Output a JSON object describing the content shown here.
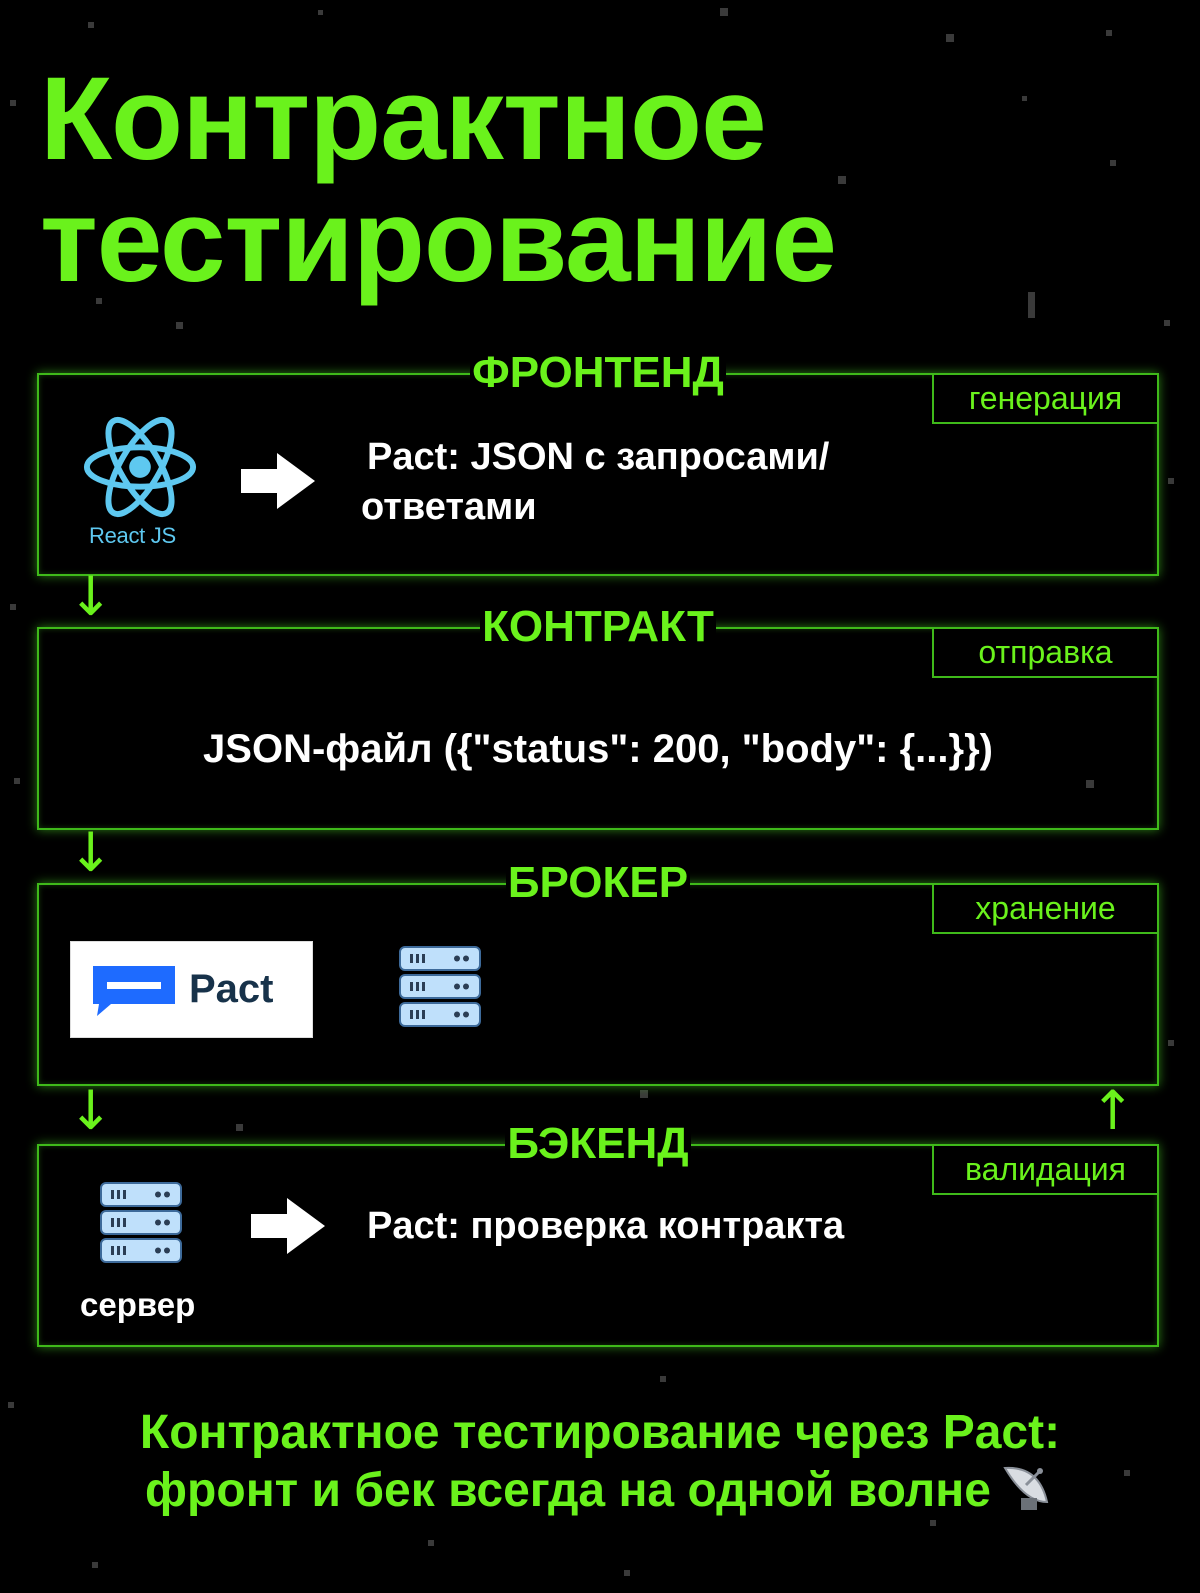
{
  "title": {
    "line1": "Контрактное",
    "line2": "тестирование"
  },
  "stages": {
    "frontend": {
      "title": "ФРОНТЕНД",
      "tag": "генерация",
      "logo_label": "React JS",
      "text_line1": "Pact: JSON с запросами/",
      "text_line2": "ответами"
    },
    "contract": {
      "title": "КОНТРАКТ",
      "tag": "отправка",
      "text": "JSON-файл ({\"status\": 200, \"body\": {...}})"
    },
    "broker": {
      "title": "БРОКЕР",
      "tag": "хранение",
      "pact_label": "Pact"
    },
    "backend": {
      "title": "БЭКЕНД",
      "tag": "валидация",
      "server_label": "сервер",
      "text": "Pact: проверка контракта"
    }
  },
  "arrows": {
    "down": "↓",
    "up": "↑"
  },
  "footer": {
    "line1": "Контрактное тестирование через Pact:",
    "line2": "фронт и бек всегда на одной волне"
  },
  "colors": {
    "accent": "#6af21c",
    "border": "#3fb91a",
    "react": "#5ec8f0",
    "pact_blue": "#1e6bff",
    "server_blue": "#bfe0fb"
  }
}
